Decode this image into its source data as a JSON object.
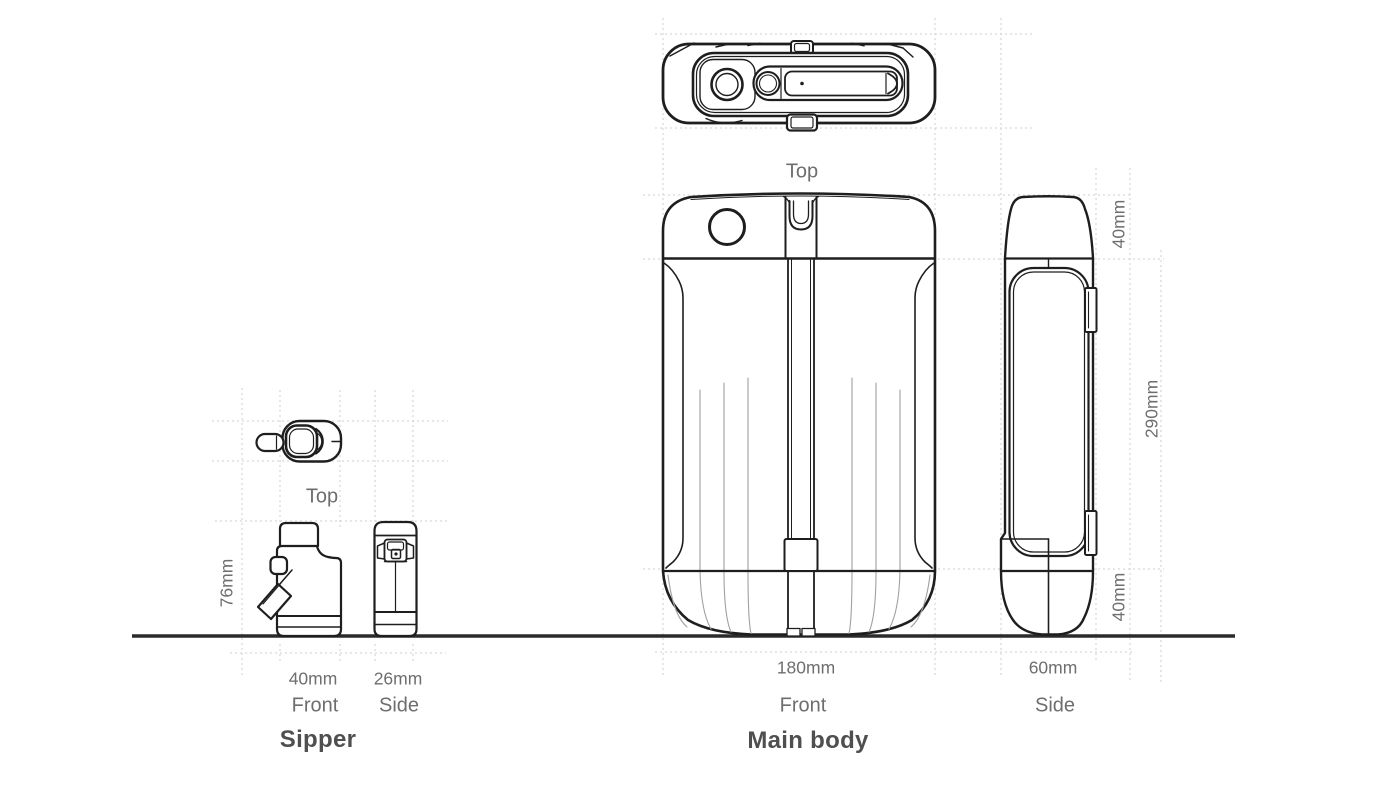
{
  "colors": {
    "background": "#ffffff",
    "line_art": "#1e1e1e",
    "ribbing": "#a0a0a0",
    "guide_lines": "#cfcfcf",
    "ground_line": "#2b2b2b",
    "label_text": "#6e6e6e",
    "title_text": "#4f4f4f"
  },
  "sipper": {
    "title": "Sipper",
    "top_label": "Top",
    "front_label": "Front",
    "side_label": "Side",
    "dims": {
      "height": "76mm",
      "front_width": "40mm",
      "side_width": "26mm"
    }
  },
  "main_body": {
    "title": "Main body",
    "top_label": "Top",
    "front_label": "Front",
    "side_label": "Side",
    "dims": {
      "top_section": "40mm",
      "middle_section": "290mm",
      "bottom_section": "40mm",
      "front_width": "180mm",
      "side_width": "60mm"
    }
  }
}
